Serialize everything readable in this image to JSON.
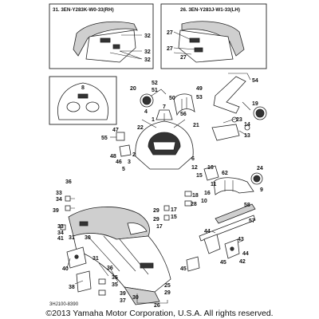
{
  "insets": {
    "rh_title": "31. 3EN-Y283K-W0-33(RH)",
    "lh_title": "26. 3EN-Y283J-W1-33(LH)"
  },
  "callouts": {
    "c32a": "32",
    "c32b": "32",
    "c32c": "32",
    "c27a": "27",
    "c27b": "27",
    "c27c": "27",
    "c8": "8",
    "c20": "20",
    "c52": "52",
    "c51": "51",
    "c50": "50",
    "c49": "49",
    "c53": "53",
    "c54": "54",
    "c19": "19",
    "c7": "7",
    "c22": "22",
    "c4": "4",
    "c1": "1",
    "c21": "21",
    "c56": "56",
    "c23": "23",
    "c14": "14",
    "c13": "13",
    "c55": "55",
    "c47": "47",
    "c2": "2",
    "c48": "48",
    "c46": "46",
    "c3": "3",
    "c5": "5",
    "c6": "6",
    "c12": "12",
    "c16a": "16",
    "c16b": "16",
    "c62": "62",
    "c15a": "15",
    "c15b": "15",
    "c24": "24",
    "c11": "11",
    "c10": "10",
    "c9": "9",
    "c18": "18",
    "c28": "28",
    "c17a": "17",
    "c17b": "17",
    "c29a": "29",
    "c29b": "29",
    "c58": "58",
    "c57": "57",
    "c36a": "36",
    "c33a": "33",
    "c34a": "34",
    "c39a": "39",
    "c33b": "33",
    "c34b": "34",
    "c41": "41",
    "c31a": "31",
    "c30a": "30",
    "c44a": "44",
    "c44b": "44",
    "c42": "42",
    "c43": "43",
    "c45a": "45",
    "c45b": "45",
    "c40": "40",
    "c38": "38",
    "c31b": "31",
    "c36b": "36",
    "c35a": "35",
    "c35b": "35",
    "c39b": "39",
    "c37": "37",
    "c30b": "30",
    "c25": "25",
    "c29c": "29",
    "c26": "26"
  },
  "diagram_code": "3HJ100-8390",
  "copyright": "©2013 Yamaha Motor Corporation, U.S.A. All rights reserved."
}
